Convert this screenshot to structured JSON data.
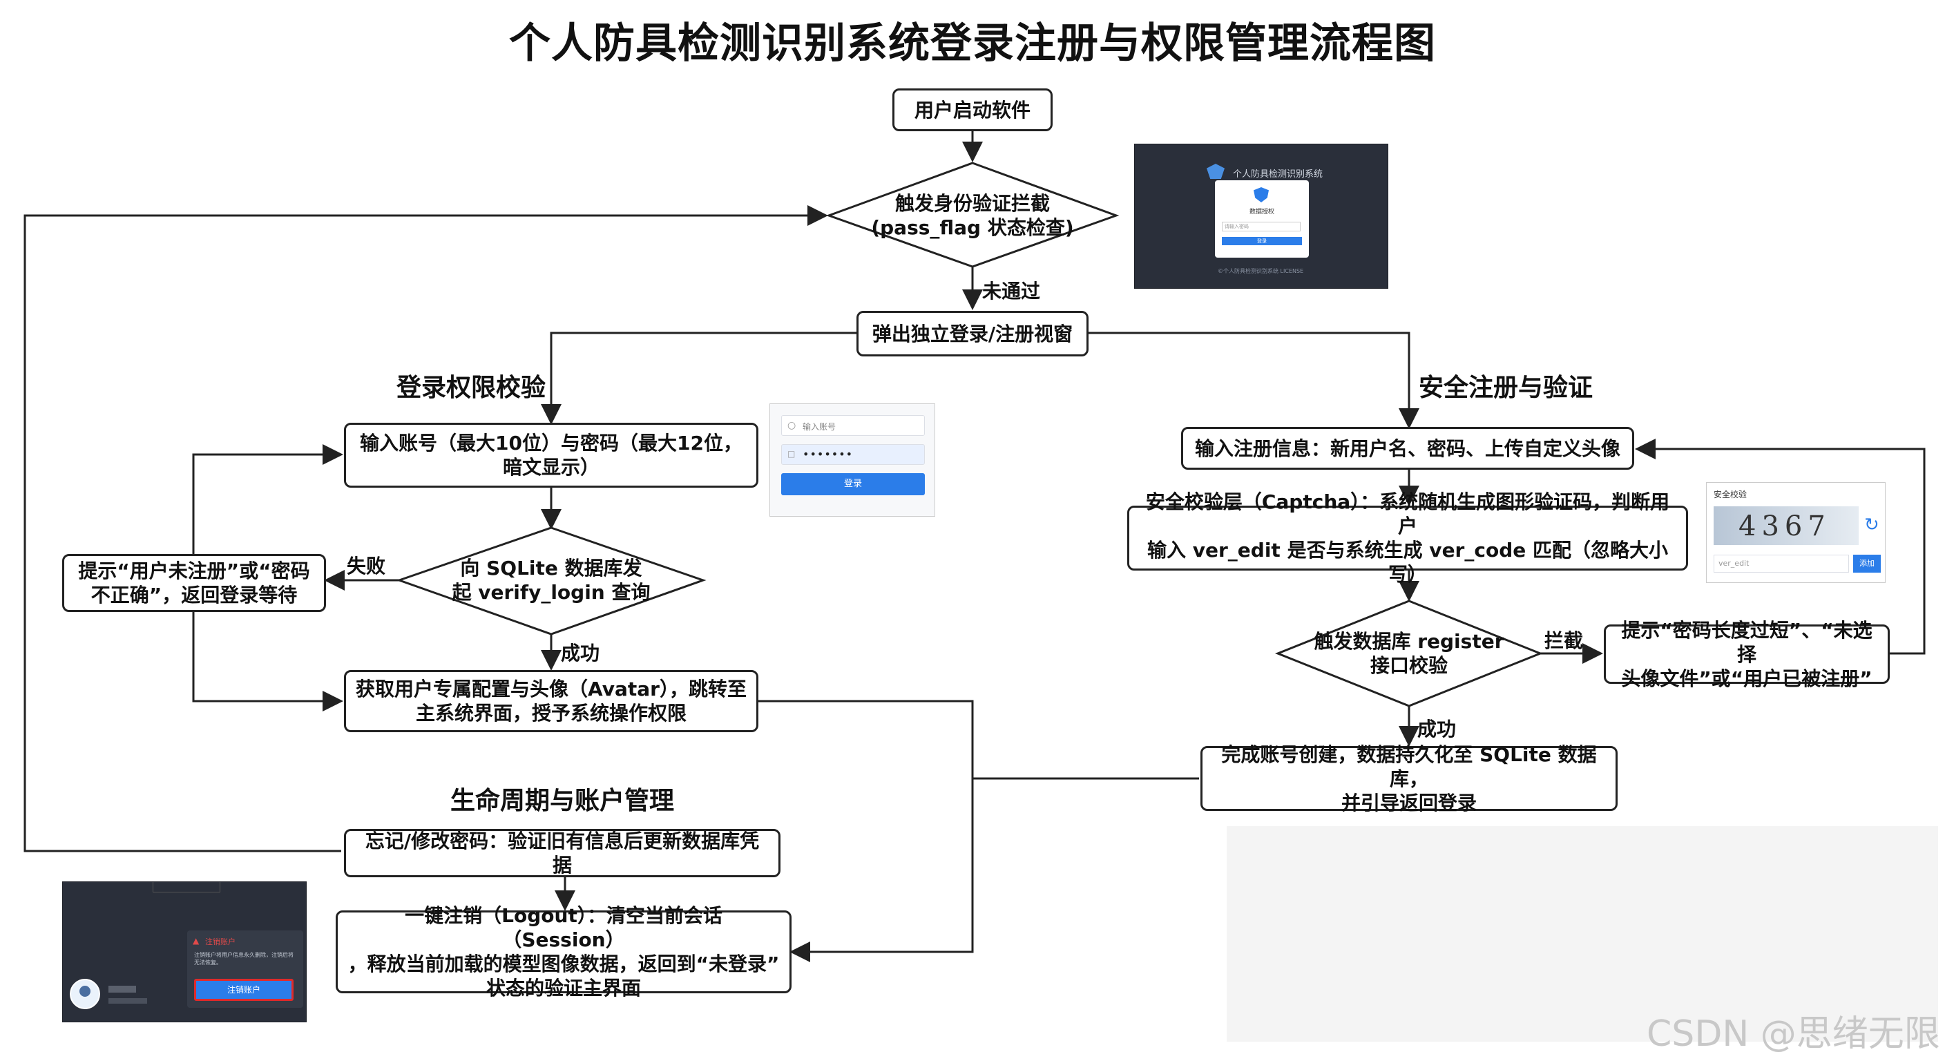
{
  "title": "个人防具检测识别系统登录注册与权限管理流程图",
  "nodes": {
    "start": "用户启动软件",
    "auth_check": "触发身份验证拦截\n(pass_flag 状态检查)",
    "popup": "弹出独立登录/注册视窗",
    "input_login": "输入账号（最大10位）与密码（最大12位，\n暗文显示）",
    "sqlite_query": "向 SQLite 数据库发\n起 verify_login 查询",
    "login_fail_hint": "提示“用户未注册”或“密码\n不正确”，返回登录等待",
    "get_config": "获取用户专属配置与头像（Avatar），跳转至\n主系统界面，授予系统操作权限",
    "forget_pwd": "忘记/修改密码：验证旧有信息后更新数据库凭据",
    "logout": "一键注销（Logout）：清空当前会话（Session）\n，释放当前加载的模型图像数据，返回到“未登录”\n状态的验证主界面",
    "input_register": "输入注册信息：新用户名、密码、上传自定义头像",
    "captcha": "安全校验层（Captcha）：系统随机生成图形验证码，判断用户\n输入 ver_edit 是否与系统生成 ver_code 匹配（忽略大小写）",
    "register_check": "触发数据库 register\n接口校验",
    "register_fail_hint": "提示“密码长度过短”、“未选择\n头像文件”或“用户已被注册”",
    "account_created": "完成账号创建，数据持久化至 SQLite 数据库，\n并引导返回登录"
  },
  "edge_labels": {
    "not_passed": "未通过",
    "fail": "失败",
    "success_login": "成功",
    "blocked": "拦截",
    "success_register": "成功"
  },
  "sections": {
    "login": "登录权限校验",
    "register": "安全注册与验证",
    "lifecycle": "生命周期与账户管理"
  },
  "screenshots": {
    "splash": {
      "window_title": "个人防具检测识别系统",
      "dialog_title": "数据授权",
      "field": "请输入密码",
      "button": "登录",
      "footer": "©个人防具检测识别系统 LICENSE"
    },
    "login_form": {
      "account_placeholder": "输入账号",
      "password_value": "•••••••",
      "button": "登录"
    },
    "captcha": {
      "title": "安全校验",
      "code": "4367",
      "input_placeholder": "ver_edit",
      "button": "添加"
    },
    "logout_panel": {
      "warning_title": "注销账户",
      "warning_text": "注销账户将用户信息永久删除，注销后将无法恢复。",
      "button": "注销账户"
    }
  },
  "watermark": "CSDN @思绪无限"
}
